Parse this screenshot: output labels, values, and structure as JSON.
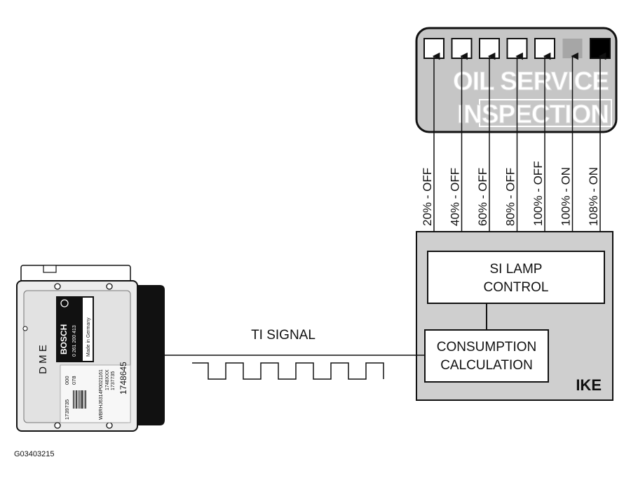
{
  "panel": {
    "oil_service": "OIL SERVICE",
    "inspection": "INSPECTION"
  },
  "signal_levels": [
    {
      "label": "20% - OFF"
    },
    {
      "label": "40% - OFF"
    },
    {
      "label": "60% - OFF"
    },
    {
      "label": "80% - OFF"
    },
    {
      "label": "100% - OFF"
    },
    {
      "label": "100% - ON"
    },
    {
      "label": "108% - ON"
    }
  ],
  "lamps": [
    {
      "state": "off",
      "color": "#ffffff"
    },
    {
      "state": "off",
      "color": "#ffffff"
    },
    {
      "state": "off",
      "color": "#ffffff"
    },
    {
      "state": "off",
      "color": "#ffffff"
    },
    {
      "state": "off",
      "color": "#ffffff"
    },
    {
      "state": "on",
      "color": "#a6a6a6"
    },
    {
      "state": "on",
      "color": "#000000"
    }
  ],
  "ike": {
    "label": "IKE",
    "si_lamp_control_line1": "SI LAMP",
    "si_lamp_control_line2": "CONTROL",
    "consumption_line1": "CONSUMPTION",
    "consumption_line2": "CALCULATION"
  },
  "signal": {
    "label": "TI SIGNAL"
  },
  "dme": {
    "label": "D M E",
    "brand": "BOSCH",
    "part_number": "0 261 200 413",
    "made_in": "Made in Germany",
    "code1": "1739735",
    "code2": "000",
    "code3": "078",
    "serial_a": "WBRHJ6314P0021161",
    "serial_b": "1748XXX",
    "serial_c": "1737735",
    "serial_d": "1748645"
  },
  "figure_id": "G03403215",
  "colors": {
    "panel_fill": "#c6c6c6",
    "ike_fill": "#cfcfcf",
    "line": "#111111"
  }
}
